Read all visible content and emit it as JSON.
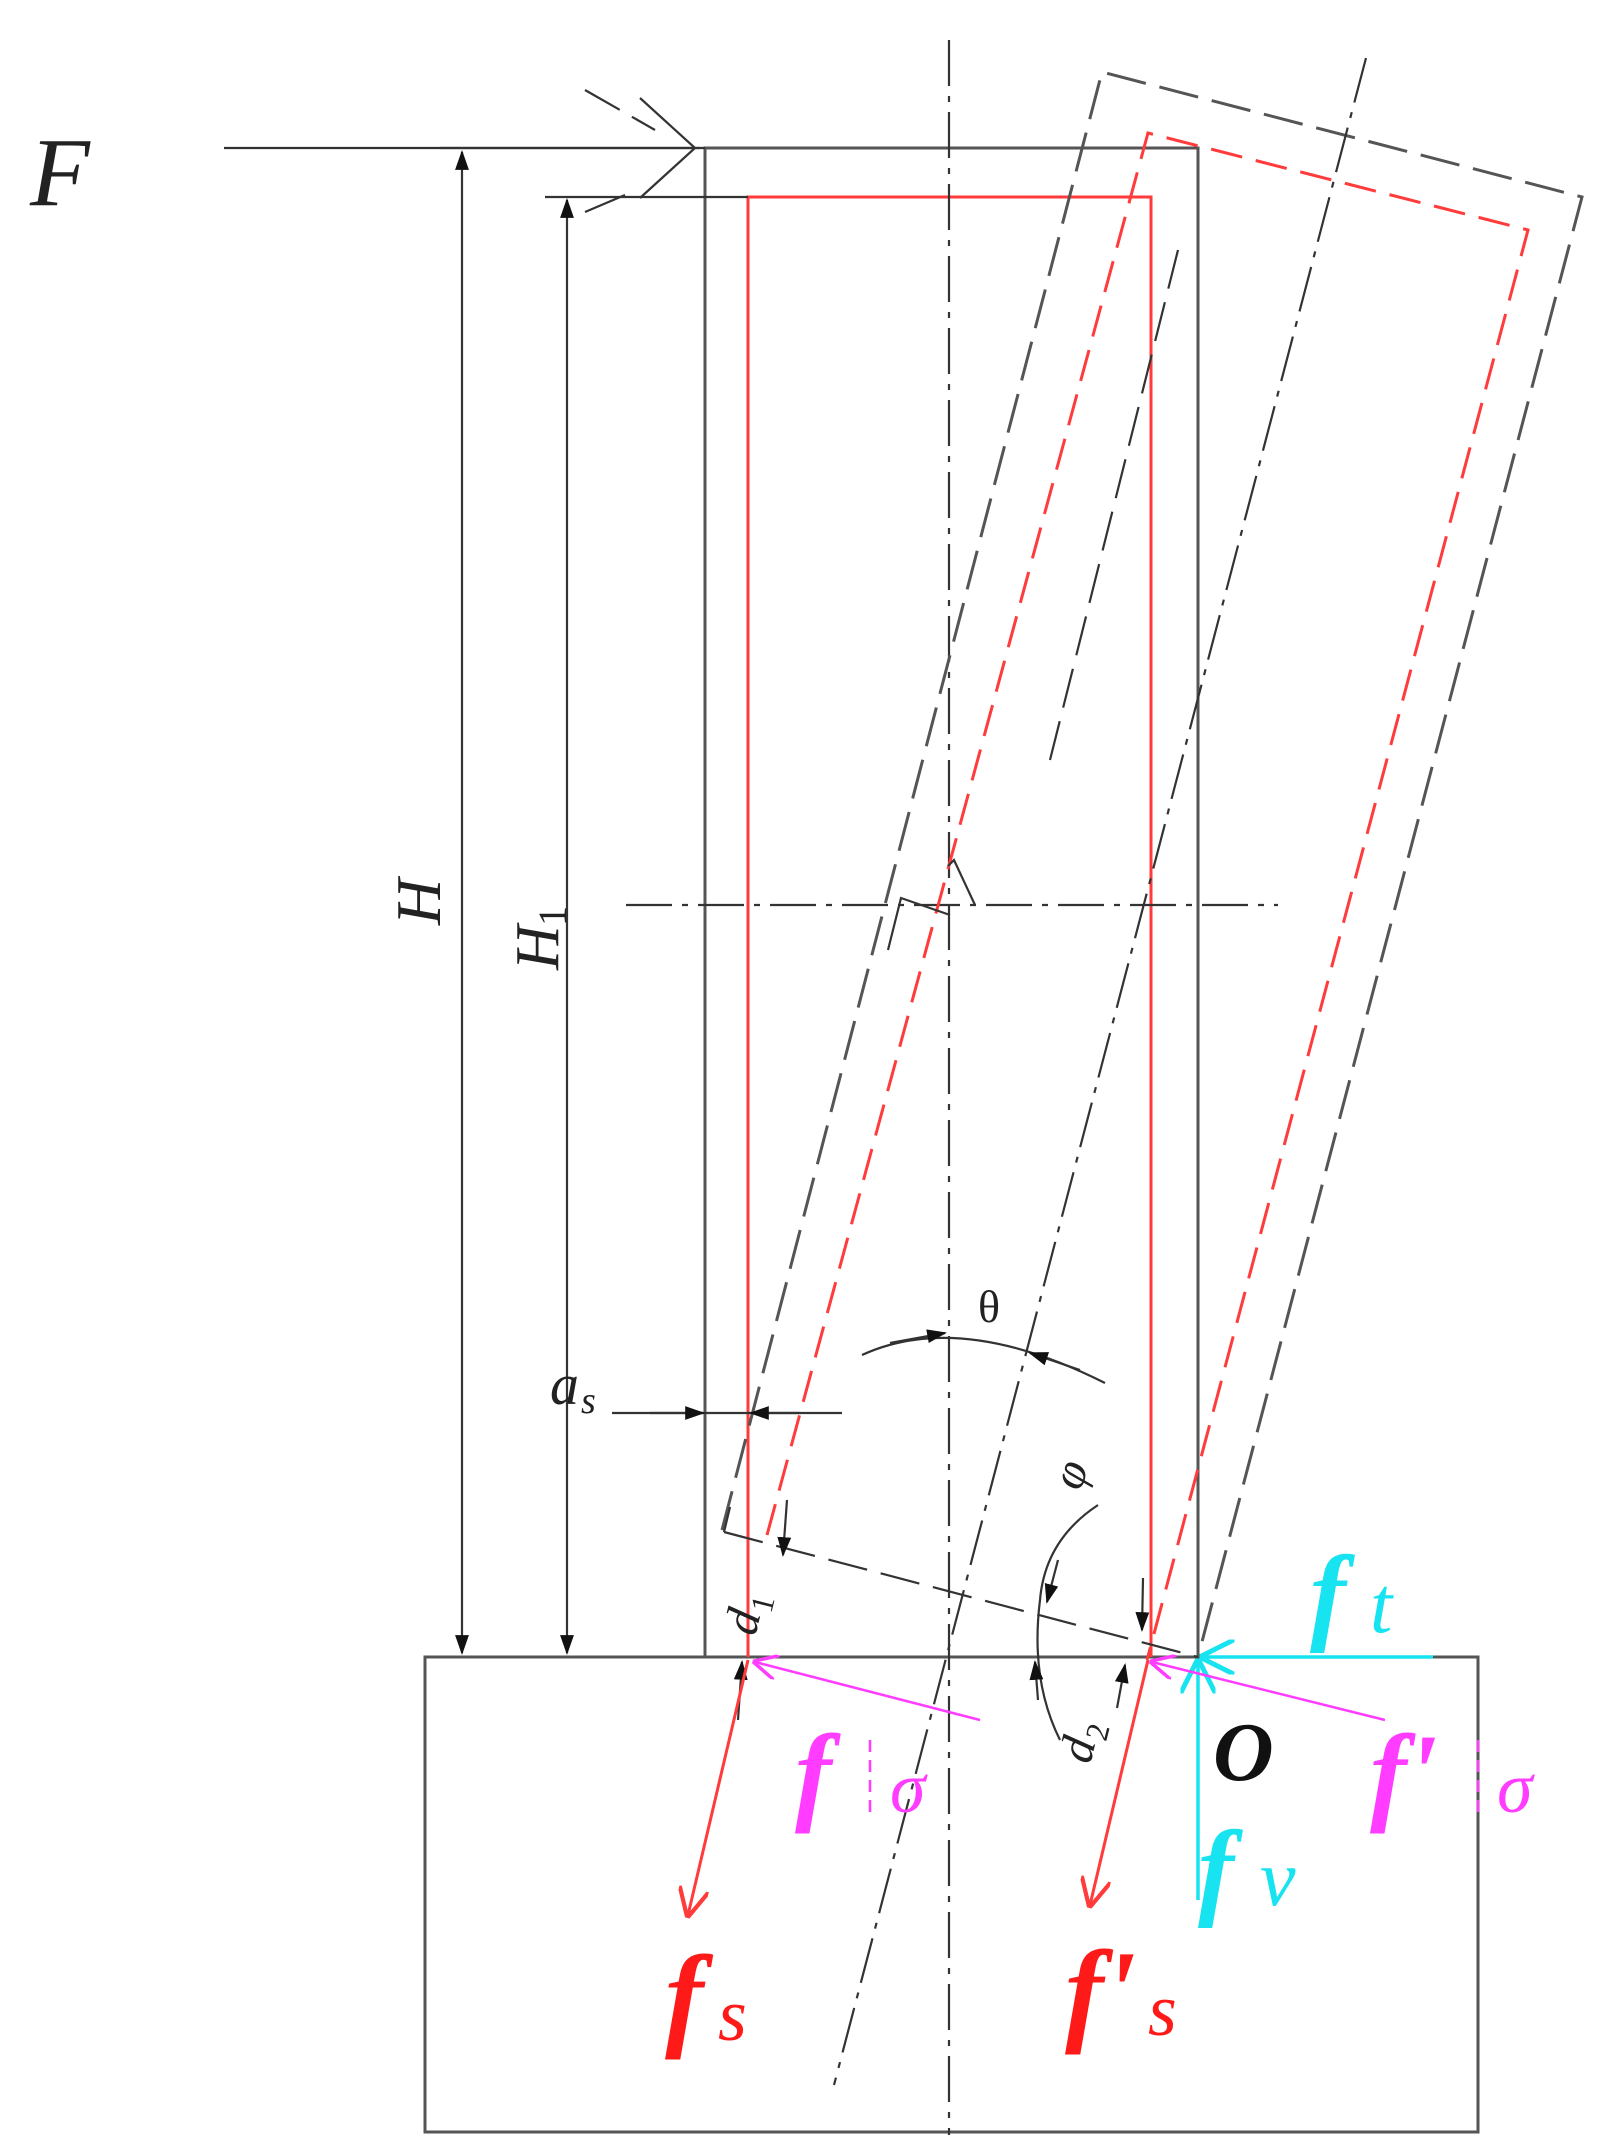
{
  "labels": {
    "force": "F",
    "height": "H",
    "height_1_main": "H",
    "height_1_sub": "1",
    "cover_main": "a",
    "cover_sub": "s",
    "angle_theta": "θ",
    "angle_phi": "φ",
    "d1_main": "d",
    "d1_sub": "1",
    "d2_main": "d",
    "d2_sub": "2",
    "pivot": "O",
    "fs_main": "f",
    "fs_sub": "s",
    "fs_prime_main": "f'",
    "fs_prime_sub": "s",
    "ft_main": "f",
    "ft_sub": "t",
    "fv_main": "f",
    "fv_sub": "v",
    "f_sigma_main": "f",
    "f_sigma_sub": "σ",
    "f_sigma_prime_main": "f'",
    "f_sigma_prime_sub": "σ"
  },
  "colors": {
    "outline": "#555555",
    "rebar": "#ff3b3b",
    "tension": "#ff1a1a",
    "friction": "#18e3f0",
    "compression": "#ff3cff",
    "text": "#222222"
  }
}
